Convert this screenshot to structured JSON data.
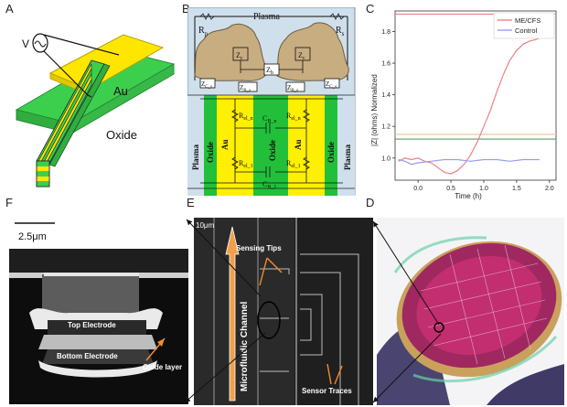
{
  "panels": {
    "A": {
      "letter": "A",
      "voltage": "V",
      "metal": "Au",
      "insulator": "Oxide"
    },
    "B": {
      "letter": "B",
      "top": {
        "plasma": "Plasma",
        "rp_left": "R",
        "rp_left_sub": "p",
        "rs_right": "R",
        "rs_right_sub": "s",
        "zc_left": "Z",
        "zc_left_sub": "c",
        "zc_right": "Z",
        "zc_right_sub": "c",
        "zb_top": "Z",
        "zb_top_sub": "b",
        "zc_s_left": "Z",
        "zc_s_left_sub": "C_s",
        "zb_s_left": "Z",
        "zb_s_left_sub": "B_s",
        "zb_s_right": "Z",
        "zb_s_right_sub": "B_s",
        "zc_s_right": "Z",
        "zc_s_right_sub": "C_s"
      },
      "bottom": {
        "plasma_left": "Plasma",
        "oxide_left": "Oxide",
        "au_left": "Au",
        "oxide_center": "Oxide",
        "au_right": "Au",
        "oxide_right": "Oxide",
        "plasma_right": "Plasma",
        "rel_n_left": "R",
        "rel_n_left_sub": "el_n",
        "cb_n": "C",
        "cb_n_sub": "B_n",
        "rel_n_right": "R",
        "rel_n_right_sub": "el_n",
        "rel_1_left": "R",
        "rel_1_left_sub": "el_1",
        "cb_1": "C",
        "cb_1_sub": "B_1",
        "rel_1_right": "R",
        "rel_1_right_sub": "el_1"
      }
    },
    "C": {
      "letter": "C",
      "ylabel": "|Z| (ohms) Normalized",
      "xlabel": "Time (h)"
    },
    "D": {
      "letter": "D"
    },
    "E": {
      "letter": "E",
      "scale": "10μm",
      "channel": "Microfluidic Channel",
      "tips": "Sensing Tips",
      "traces": "Sensor Traces"
    },
    "F": {
      "letter": "F",
      "scale": "2.5μm",
      "top_electrode": "Top Electrode",
      "bottom_electrode": "Bottom Electrode",
      "oxide_layer": "Oxide layer"
    }
  },
  "chart_data": {
    "type": "line",
    "title": "",
    "xlabel": "Time (h)",
    "ylabel": "|Z| (ohms) Normalized",
    "xlim": [
      -0.35,
      2.1
    ],
    "ylim": [
      0.86,
      1.93
    ],
    "xticks": [
      "0.0",
      "0.5",
      "1.0",
      "1.5",
      "2.0"
    ],
    "xtick_values": [
      0.0,
      0.5,
      1.0,
      1.5,
      2.0
    ],
    "yticks": [
      "1.0",
      "1.2",
      "1.4",
      "1.6",
      "1.8"
    ],
    "ytick_values": [
      1.0,
      1.2,
      1.4,
      1.6,
      1.8
    ],
    "legend_position": "top-right",
    "series": [
      {
        "name": "ME/CFS",
        "color": "#f08080",
        "x": [
          -0.3,
          -0.2,
          -0.1,
          0.0,
          0.1,
          0.2,
          0.3,
          0.4,
          0.5,
          0.6,
          0.7,
          0.8,
          0.9,
          1.0,
          1.1,
          1.2,
          1.3,
          1.4,
          1.5,
          1.6,
          1.7,
          1.8,
          1.85
        ],
        "y": [
          0.98,
          1.0,
          0.99,
          1.0,
          0.98,
          0.97,
          0.94,
          0.91,
          0.9,
          0.92,
          0.96,
          1.02,
          1.1,
          1.2,
          1.3,
          1.42,
          1.53,
          1.62,
          1.68,
          1.72,
          1.74,
          1.75,
          1.76
        ]
      },
      {
        "name": "Control",
        "color": "#9b9bf0",
        "x": [
          -0.3,
          -0.2,
          -0.1,
          0.0,
          0.2,
          0.4,
          0.6,
          0.8,
          1.0,
          1.2,
          1.4,
          1.6,
          1.85
        ],
        "y": [
          0.99,
          0.98,
          0.96,
          0.97,
          0.98,
          0.99,
          0.99,
          0.98,
          0.99,
          0.99,
          0.98,
          0.99,
          0.99
        ]
      }
    ],
    "reference_lines": [
      {
        "y": 1.91,
        "color": "#f08080"
      },
      {
        "y": 1.15,
        "color": "#f4c8a0"
      },
      {
        "y": 1.12,
        "color": "#5aa05a"
      }
    ]
  }
}
